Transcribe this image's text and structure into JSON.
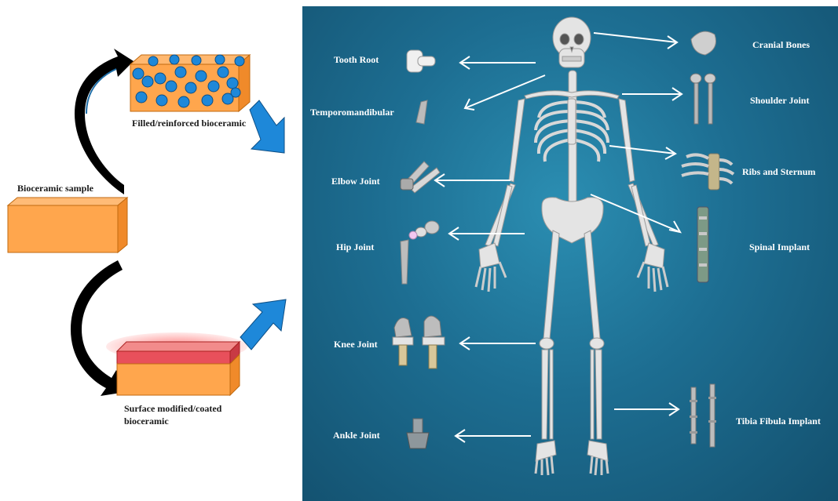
{
  "left": {
    "filled_label": "Filled/reinforced bioceramic",
    "sample_label": "Bioceramic sample",
    "coated_label_line1": "Surface modified/coated",
    "coated_label_line2": "bioceramic"
  },
  "right": {
    "labels": {
      "tooth_root": "Tooth Root",
      "temporomandibular": "Temporomandibular",
      "elbow_joint": "Elbow Joint",
      "hip_joint": "Hip Joint",
      "knee_joint": "Knee Joint",
      "ankle_joint": "Ankle Joint",
      "cranial_bones": "Cranial Bones",
      "shoulder_joint": "Shoulder Joint",
      "ribs_sternum": "Ribs and Sternum",
      "spinal_implant": "Spinal Implant",
      "tibia_fibula": "Tibia Fibula Implant"
    }
  },
  "colors": {
    "panel_bg": "#1d6e92",
    "block_orange": "#ffa64d",
    "coat_red": "#e8505b",
    "bead_blue": "#1e88d9",
    "arrow_blue": "#1e88d9",
    "bone": "#e6e6e6"
  }
}
